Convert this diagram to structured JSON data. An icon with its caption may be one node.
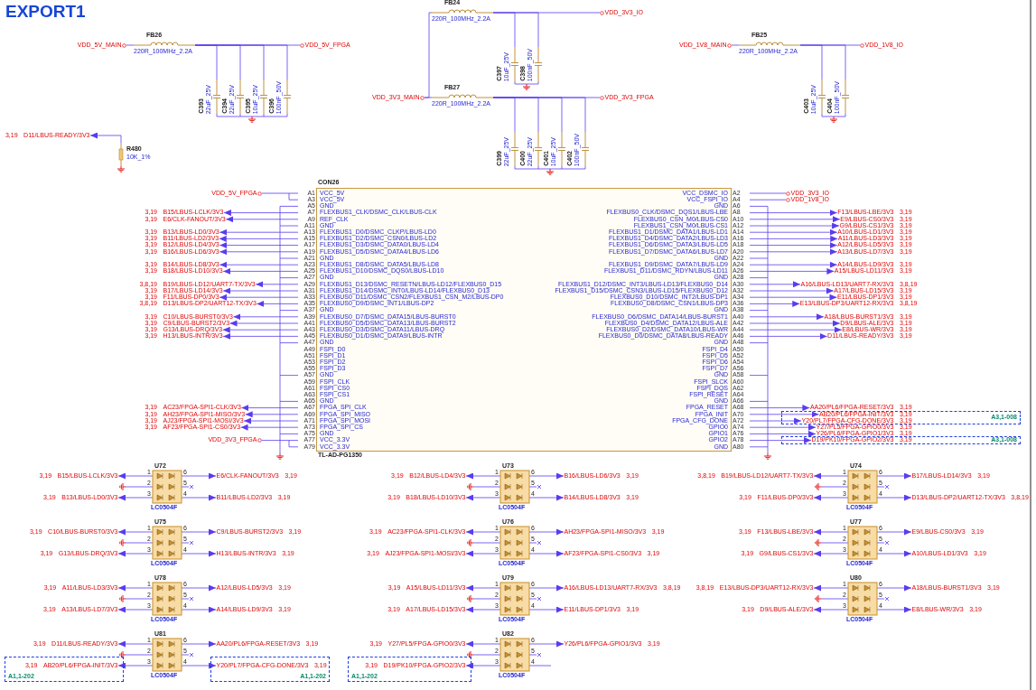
{
  "diagram": {
    "title": "EXPORT1",
    "nodes": [
      {
        "text": [
          "CON26",
          "VCC_5V",
          "VCC_DSMC_IO",
          "VCC_5V",
          "VCC_FSPI_IO",
          "GND",
          "GND",
          "FLEXBUS1_CLK/DSMC_CLK/LBUS-CLK",
          "FLEXBUS0_CLK/DSMC_DQS1/LBUS-LBE",
          "REF_CLK",
          "FLEXBUS0_CSN_M0/LBUS-CS0",
          "GND",
          "FLEXBUS1_CSN_M0/LBUS-CS1",
          "FLEXBUS1_D0/DSMC_CLKP/LBUS-LD0",
          "FLEXBUS1_D1/DSMC_DATA1/LBUS-LD1",
          "FLEXBUS1_D2/DSMC_CSN0/LBUS-LD2",
          "FLEXBUS1_D4/DSMC_DATA2/LBUS-LD3",
          "FLEXBUS1_D3/DSMC_DATA0/LBUS-LD4",
          "FLEXBUS1_D6/DSMC_DATA3/LBUS-LD5",
          "FLEXBUS1_D5/DSMC_DATA4/LBUS-LD6",
          "FLEXBUS1_D7/DSMC_DATA6/LBUS-LD7",
          "GND",
          "GND",
          "FLEXBUS1_D8/DSMC_DATA5/LBUS-LD8",
          "FLEXBUS1_D9/DSMC_DATA7/LBUS-LD9",
          "FLEXBUS1_D10/DSMC_DQS0/LBUS-LD10",
          "FLEXBUS1_D11/DSMC_RDYN/LBUS-LD11",
          "GND",
          "GND",
          "FLEXBUS1_D13/DSMC_RESETN/LBUS-LD12/FLEXBUS0_D15",
          "FLEXBUS1_D12/DSMC_INT3/LBUS-LD13/FLEXBUS0_D14",
          "FLEXBUS1_D14/DSMC_INT0/LBUS-LD14/FLEXBUS0_D13",
          "FLEXBUS1_D15/DSMC_CSN3/LBUS-LD15/FLEXBUS0_D12",
          "FLEXBUS0_D11/DSMC_CSN2/FLEXBUS1_CSN_M2/LBUS-DP0",
          "FLEXBUS0_D10/DSMC_INT2/LBUS-DP1",
          "FLEXBUS0_D9/DSMC_INT1/LBUS-DP2",
          "FLEXBUS0_D8/DSMC_CSN1/LBUS-DP3",
          "GND",
          "GND",
          "FLEXBUS0_D7/DSMC_DATA15/LBUS-BURST0",
          "FLEXBUS0_D6/DSMC_DATA14/LBUS-BURST1",
          "FLEXBUS0_D5/DSMC_DATA13/LBUS-BURST2",
          "FLEXBUS0_D4/DSMC_DATA12/LBUS-ALE",
          "FLEXBUS0_D3/DSMC_DATA11/LBUS-DRQ",
          "FLEXBUS0_D2/DSMC_DATA10/LBUS-WR",
          "FLEXBUS0_D1/DSMC_DATA9/LBUS-INTR",
          "FLEXBUS0_D0/DSMC_DATA8/LBUS-READY",
          "GND",
          "GND",
          "FSPI_D0",
          "FSPI_D4",
          "FSPI_D1",
          "FSPI_D5",
          "FSPI_D2",
          "FSPI_D6",
          "FSPI_D3",
          "FSPI_D7",
          "GND",
          "GND",
          "FSPI_CLK",
          "FSPI_SLCK",
          "FSPI_CS0",
          "FSPI_DQS",
          "FSPI_CS1",
          "FSPI_RESET",
          "GND",
          "GND",
          "FPGA_SPI_CLK",
          "FPGA_RESET",
          "FPGA_SPI_MISO",
          "FPGA_INIT",
          "FPGA_SPI_MOSI",
          "FPGA_CFG_DONE",
          "FPGA_SPI_CS",
          "GPIO0",
          "GND",
          "GPIO1",
          "VCC_3.3V",
          "GPIO2",
          "VCC_3.3V",
          "GND",
          "TL-AD-PG1350"
        ]
      },
      {
        "text": [
          "VDD_5V_MAIN"
        ]
      },
      {
        "text": [
          "VDD_5V_FPGA"
        ]
      },
      {
        "text": [
          "VDD_3V3_MAIN"
        ]
      },
      {
        "text": [
          "VDD_3V3_IO"
        ]
      },
      {
        "text": [
          "VDD_3V3_FPGA"
        ]
      },
      {
        "text": [
          "VDD_1V8_MAIN"
        ]
      },
      {
        "text": [
          "VDD_1V8_IO"
        ]
      },
      {
        "text": [
          "FB26",
          "220R_100MHz_2.2A"
        ]
      },
      {
        "text": [
          "FB24",
          "220R_100MHz_2.2A"
        ]
      },
      {
        "text": [
          "FB27",
          "220R_100MHz_2.2A"
        ]
      },
      {
        "text": [
          "FB25",
          "220R_100MHz_2.2A"
        ]
      },
      {
        "text": [
          "C393",
          "22uF_25V"
        ]
      },
      {
        "text": [
          "C394",
          "22uF_25V"
        ]
      },
      {
        "text": [
          "C395",
          "10uF_25V"
        ]
      },
      {
        "text": [
          "C396",
          "100nF_50V"
        ]
      },
      {
        "text": [
          "C397",
          "10uF_25V"
        ]
      },
      {
        "text": [
          "C398",
          "100nF_50V"
        ]
      },
      {
        "text": [
          "C399",
          "22uF_25V"
        ]
      },
      {
        "text": [
          "C400",
          "22uF_25V"
        ]
      },
      {
        "text": [
          "C401",
          "10uF_25V"
        ]
      },
      {
        "text": [
          "C402",
          "100nF_50V"
        ]
      },
      {
        "text": [
          "C403",
          "10uF_25V"
        ]
      },
      {
        "text": [
          "C404",
          "100nF_50V"
        ]
      },
      {
        "text": [
          "R480",
          "10K_1%"
        ]
      },
      {
        "text": [
          "D11/LBUS-READY/3V3"
        ],
        "beside": [
          "3,19"
        ]
      },
      {
        "text": [
          "VDD_5V_FPGA"
        ]
      },
      {
        "text": [
          "VDD_3V3_FPGA"
        ]
      },
      {
        "text": [
          "VDD_3V3_IO"
        ]
      },
      {
        "text": [
          "VDD_1V8_IO"
        ]
      },
      {
        "text": [
          "B15/LBUS-LCLK/3V3"
        ],
        "beside": [
          "3,19"
        ]
      },
      {
        "text": [
          "E6/CLK-FANOUT/3V3"
        ],
        "beside": [
          "3,19"
        ]
      },
      {
        "text": [
          "B13/LBUS-LD0/3V3"
        ],
        "beside": [
          "3,19"
        ]
      },
      {
        "text": [
          "B11/LBUS-LD2/3V3"
        ],
        "beside": [
          "3,19"
        ]
      },
      {
        "text": [
          "B12/LBUS-LD4/3V3"
        ],
        "beside": [
          "3,19"
        ]
      },
      {
        "text": [
          "B16/LBUS-LD6/3V3"
        ],
        "beside": [
          "3,19"
        ]
      },
      {
        "text": [
          "B14/LBUS-LD8/3V3"
        ],
        "beside": [
          "3,19"
        ]
      },
      {
        "text": [
          "B18/LBUS-LD10/3V3"
        ],
        "beside": [
          "3,19"
        ]
      },
      {
        "text": [
          "B19/LBUS-LD12/UART7-TX/3V3"
        ],
        "beside": [
          "3,8,19"
        ]
      },
      {
        "text": [
          "B17/LBUS-LD14/3V3"
        ],
        "beside": [
          "3,19"
        ]
      },
      {
        "text": [
          "F11/LBUS-DP0/3V3"
        ],
        "beside": [
          "3,19"
        ]
      },
      {
        "text": [
          "D13/LBUS-DP2/UART12-TX/3V3"
        ],
        "beside": [
          "3,8,19"
        ]
      },
      {
        "text": [
          "C10/LBUS-BURST0/3V3"
        ],
        "beside": [
          "3,19"
        ]
      },
      {
        "text": [
          "C9/LBUS-BURST2/3V3"
        ],
        "beside": [
          "3,19"
        ]
      },
      {
        "text": [
          "G13/LBUS-DRQ/3V3"
        ],
        "beside": [
          "3,19"
        ]
      },
      {
        "text": [
          "H13/LBUS-INTR/3V3"
        ],
        "beside": [
          "3,19"
        ]
      },
      {
        "text": [
          "AC23/FPGA-SPI1-CLK/3V3"
        ],
        "beside": [
          "3,19"
        ]
      },
      {
        "text": [
          "AH23/FPGA-SPI1-MISO/3V3"
        ],
        "beside": [
          "3,19"
        ]
      },
      {
        "text": [
          "AJ23/FPGA-SPI1-MOSI/3V3"
        ],
        "beside": [
          "3,19"
        ]
      },
      {
        "text": [
          "AF23/FPGA-SPI1-CS0/3V3"
        ],
        "beside": [
          "3,19"
        ]
      },
      {
        "text": [
          "F13/LBUS-LBE/3V3"
        ],
        "beside": [
          "3,19"
        ]
      },
      {
        "text": [
          "E9/LBUS-CS0/3V3"
        ],
        "beside": [
          "3,19"
        ]
      },
      {
        "text": [
          "G9/LBUS-CS1/3V3"
        ],
        "beside": [
          "3,19"
        ]
      },
      {
        "text": [
          "A10/LBUS-LD1/3V3"
        ],
        "beside": [
          "3,19"
        ]
      },
      {
        "text": [
          "A11/LBUS-LD3/3V3"
        ],
        "beside": [
          "3,19"
        ]
      },
      {
        "text": [
          "A12/LBUS-LD5/3V3"
        ],
        "beside": [
          "3,19"
        ]
      },
      {
        "text": [
          "A13/LBUS-LD7/3V3"
        ],
        "beside": [
          "3,19"
        ]
      },
      {
        "text": [
          "A14/LBUS-LD9/3V3"
        ],
        "beside": [
          "3,19"
        ]
      },
      {
        "text": [
          "A15/LBUS-LD11/3V3"
        ],
        "beside": [
          "3,19"
        ]
      },
      {
        "text": [
          "A16/LBUS-LD13/UART7-RX/3V3"
        ],
        "beside": [
          "3,8,19"
        ]
      },
      {
        "text": [
          "A17/LBUS-LD15/3V3"
        ],
        "beside": [
          "3,19"
        ]
      },
      {
        "text": [
          "E11/LBUS-DP1/3V3"
        ],
        "beside": [
          "3,19"
        ]
      },
      {
        "text": [
          "E13/LBUS-DP3/UART12-RX/3V3"
        ],
        "beside": [
          "3,8,19"
        ]
      },
      {
        "text": [
          "A18/LBUS-BURST1/3V3"
        ],
        "beside": [
          "3,19"
        ]
      },
      {
        "text": [
          "D9/LBUS-ALE/3V3"
        ],
        "beside": [
          "3,19"
        ]
      },
      {
        "text": [
          "E8/LBUS-WR/3V3"
        ],
        "beside": [
          "3,19"
        ]
      },
      {
        "text": [
          "D11/LBUS-READY/3V3"
        ],
        "beside": [
          "3,19"
        ]
      },
      {
        "text": [
          "A3,1-008"
        ]
      },
      {
        "text": [
          "A3,1-008"
        ]
      },
      {
        "text": [
          "AA20/PL6/FPGA-RESET/3V3"
        ],
        "beside": [
          "3,19"
        ]
      },
      {
        "text": [
          "AB20/PL6/FPGA-INIT/3V3"
        ],
        "beside": [
          "3,19"
        ],
        "in": 67
      },
      {
        "text": [
          "Y20/PL7/FPGA-CFG-DONE/3V3"
        ],
        "beside": [
          "3,19"
        ],
        "in": 67
      },
      {
        "text": [
          "Y27/PL5/FPGA-GPIO0/3V3"
        ],
        "beside": [
          "3,19"
        ]
      },
      {
        "text": [
          "Y26/PL6/FPGA-GPIO1/3V3"
        ],
        "beside": [
          "3,19"
        ]
      },
      {
        "text": [
          "D19/PK10/FPGA-GPIO2/3V3"
        ],
        "beside": [
          "3,19"
        ],
        "in": 68
      },
      {
        "text": [
          "U72",
          "1",
          "6",
          "2",
          "5",
          "3",
          "4",
          "LC0504F"
        ]
      },
      {
        "text": [
          "U73",
          "1",
          "6",
          "2",
          "5",
          "3",
          "4",
          "LC0504F"
        ]
      },
      {
        "text": [
          "U74",
          "1",
          "6",
          "2",
          "5",
          "3",
          "4",
          "LC0504F"
        ]
      },
      {
        "text": [
          "U75",
          "1",
          "6",
          "2",
          "5",
          "3",
          "4",
          "LC0504F"
        ]
      },
      {
        "text": [
          "U76",
          "1",
          "6",
          "2",
          "5",
          "3",
          "4",
          "LC0504F"
        ]
      },
      {
        "text": [
          "U77",
          "1",
          "6",
          "2",
          "5",
          "3",
          "4",
          "LC0504F"
        ]
      },
      {
        "text": [
          "U78",
          "1",
          "6",
          "2",
          "5",
          "3",
          "4",
          "LC0504F"
        ]
      },
      {
        "text": [
          "U79",
          "1",
          "6",
          "2",
          "5",
          "3",
          "4",
          "LC0504F"
        ]
      },
      {
        "text": [
          "U80",
          "1",
          "6",
          "2",
          "5",
          "3",
          "4",
          "LC0504F"
        ]
      },
      {
        "text": [
          "U81",
          "1",
          "6",
          "2",
          "5",
          "3",
          "4",
          "LC0504F"
        ]
      },
      {
        "text": [
          "U82",
          "1",
          "6",
          "2",
          "5",
          "3",
          "4",
          "LC0504F"
        ]
      },
      {
        "text": [
          "A1,1-202"
        ]
      },
      {
        "text": [
          "A1,1-202"
        ]
      },
      {
        "text": [
          "A1,1-202"
        ]
      },
      {
        "text": [
          "B15/LBUS-LCLK/3V3"
        ],
        "beside": [
          "3,19"
        ]
      },
      {
        "text": [
          "E6/CLK-FANOUT/3V3"
        ],
        "beside": [
          "3,19"
        ]
      },
      {
        "text": [
          "B13/LBUS-LD0/3V3"
        ],
        "beside": [
          "3,19"
        ]
      },
      {
        "text": [
          "B11/LBUS-LD2/3V3"
        ],
        "beside": [
          "3,19"
        ]
      },
      {
        "text": [
          "B12/LBUS-LD4/3V3"
        ],
        "beside": [
          "3,19"
        ]
      },
      {
        "text": [
          "B16/LBUS-LD6/3V3"
        ],
        "beside": [
          "3,19"
        ]
      },
      {
        "text": [
          "B18/LBUS-LD10/3V3"
        ],
        "beside": [
          "3,19"
        ]
      },
      {
        "text": [
          "B14/LBUS-LD8/3V3"
        ],
        "beside": [
          "3,19"
        ]
      },
      {
        "text": [
          "B19/LBUS-LD12/UART7-TX/3V3"
        ],
        "beside": [
          "3,8,19"
        ]
      },
      {
        "text": [
          "B17/LBUS-LD14/3V3"
        ],
        "beside": [
          "3,19"
        ]
      },
      {
        "text": [
          "F11/LBUS-DP0/3V3"
        ],
        "beside": [
          "3,19"
        ]
      },
      {
        "text": [
          "D13/LBUS-DP2/UART12-TX/3V3"
        ],
        "beside": [
          "3,8,19"
        ]
      },
      {
        "text": [
          "C10/LBUS-BURST0/3V3"
        ],
        "beside": [
          "3,19"
        ]
      },
      {
        "text": [
          "C9/LBUS-BURST2/3V3"
        ],
        "beside": [
          "3,19"
        ]
      },
      {
        "text": [
          "G13/LBUS-DRQ/3V3"
        ],
        "beside": [
          "3,19"
        ]
      },
      {
        "text": [
          "H13/LBUS-INTR/3V3"
        ],
        "beside": [
          "3,19"
        ]
      },
      {
        "text": [
          "AC23/FPGA-SPI1-CLK/3V3"
        ],
        "beside": [
          "3,19"
        ]
      },
      {
        "text": [
          "AH23/FPGA-SPI1-MISO/3V3"
        ],
        "beside": [
          "3,19"
        ]
      },
      {
        "text": [
          "AJ23/FPGA-SPI1-MOSI/3V3"
        ],
        "beside": [
          "3,19"
        ]
      },
      {
        "text": [
          "AF23/FPGA-SPI1-CS0/3V3"
        ],
        "beside": [
          "3,19"
        ]
      },
      {
        "text": [
          "F13/LBUS-LBE/3V3"
        ],
        "beside": [
          "3,19"
        ]
      },
      {
        "text": [
          "E9/LBUS-CS0/3V3"
        ],
        "beside": [
          "3,19"
        ]
      },
      {
        "text": [
          "G9/LBUS-CS1/3V3"
        ],
        "beside": [
          "3,19"
        ]
      },
      {
        "text": [
          "A10/LBUS-LD1/3V3"
        ],
        "beside": [
          "3,19"
        ]
      },
      {
        "text": [
          "A11/LBUS-LD3/3V3"
        ],
        "beside": [
          "3,19"
        ]
      },
      {
        "text": [
          "A12/LBUS-LD5/3V3"
        ],
        "beside": [
          "3,19"
        ]
      },
      {
        "text": [
          "A13/LBUS-LD7/3V3"
        ],
        "beside": [
          "3,19"
        ]
      },
      {
        "text": [
          "A14/LBUS-LD9/3V3"
        ],
        "beside": [
          "3,19"
        ]
      },
      {
        "text": [
          "A15/LBUS-LD11/3V3"
        ],
        "beside": [
          "3,19"
        ]
      },
      {
        "text": [
          "A16/LBUS-LD13/UART7-RX/3V3"
        ],
        "beside": [
          "3,8,19"
        ]
      },
      {
        "text": [
          "A17/LBUS-LD15/3V3"
        ],
        "beside": [
          "3,19"
        ]
      },
      {
        "text": [
          "E11/LBUS-DP1/3V3"
        ],
        "beside": [
          "3,19"
        ]
      },
      {
        "text": [
          "E13/LBUS-DP3/UART12-RX/3V3"
        ],
        "beside": [
          "3,8,19"
        ]
      },
      {
        "text": [
          "A18/LBUS-BURST1/3V3"
        ],
        "beside": [
          "3,19"
        ]
      },
      {
        "text": [
          "D9/LBUS-ALE/3V3"
        ],
        "beside": [
          "3,19"
        ]
      },
      {
        "text": [
          "E8/LBUS-WR/3V3"
        ],
        "beside": [
          "3,19"
        ]
      },
      {
        "text": [
          "D11/LBUS-READY/3V3"
        ],
        "beside": [
          "3,19"
        ]
      },
      {
        "text": [
          "AA20/PL6/FPGA-RESET/3V3"
        ],
        "beside": [
          "3,19"
        ]
      },
      {
        "text": [
          "AB20/PL6/FPGA-INIT/3V3"
        ],
        "beside": [
          "3,19"
        ],
        "in": 86
      },
      {
        "text": [
          "Y20/PL7/FPGA-CFG-DONE/3V3"
        ],
        "beside": [
          "3,19"
        ],
        "in": 87
      },
      {
        "text": [
          "Y27/PL5/FPGA-GPIO0/3V3"
        ],
        "beside": [
          "3,19"
        ]
      },
      {
        "text": [
          "Y26/PL6/FPGA-GPIO1/3V3"
        ],
        "beside": [
          "3,19"
        ]
      },
      {
        "text": [
          "D19/PK10/FPGA-GPIO2/3V3"
        ],
        "beside": [
          "3,19"
        ],
        "in": 88
      }
    ],
    "edges": [
      {
        "from": 1,
        "to": 8,
        "arrow": "none"
      },
      {
        "from": 8,
        "to": 2,
        "arrow": "none"
      },
      {
        "from": 8,
        "to": 12,
        "arrow": "none"
      },
      {
        "from": 8,
        "to": 13,
        "arrow": "none"
      },
      {
        "from": 8,
        "to": 14,
        "arrow": "none"
      },
      {
        "from": 8,
        "to": 15,
        "arrow": "none"
      },
      {
        "from": 3,
        "to": 9,
        "arrow": "none"
      },
      {
        "from": 9,
        "to": 4,
        "arrow": "none"
      },
      {
        "from": 9,
        "to": 16,
        "arrow": "none"
      },
      {
        "from": 9,
        "to": 17,
        "arrow": "none"
      },
      {
        "from": 3,
        "to": 10,
        "arrow": "none"
      },
      {
        "from": 10,
        "to": 5,
        "arrow": "none"
      },
      {
        "from": 10,
        "to": 18,
        "arrow": "none"
      },
      {
        "from": 10,
        "to": 19,
        "arrow": "none"
      },
      {
        "from": 10,
        "to": 20,
        "arrow": "none"
      },
      {
        "from": 10,
        "to": 21,
        "arrow": "none"
      },
      {
        "from": 6,
        "to": 11,
        "arrow": "none"
      },
      {
        "from": 11,
        "to": 7,
        "arrow": "none"
      },
      {
        "from": 11,
        "to": 22,
        "arrow": "none"
      },
      {
        "from": 11,
        "to": 23,
        "arrow": "none"
      },
      {
        "from": 24,
        "to": 25,
        "arrow": "to"
      },
      {
        "from": 26,
        "to": 0,
        "arrow": "none"
      },
      {
        "from": 27,
        "to": 0,
        "arrow": "none"
      },
      {
        "from": 0,
        "to": 28,
        "arrow": "none"
      },
      {
        "from": 0,
        "to": 29,
        "arrow": "none"
      },
      {
        "from": 0,
        "to": 30,
        "arrow": "to"
      },
      {
        "from": 0,
        "to": 31,
        "arrow": "to"
      },
      {
        "from": 0,
        "to": 32,
        "arrow": "to"
      },
      {
        "from": 0,
        "to": 33,
        "arrow": "to"
      },
      {
        "from": 0,
        "to": 34,
        "arrow": "to"
      },
      {
        "from": 0,
        "to": 35,
        "arrow": "to"
      },
      {
        "from": 0,
        "to": 36,
        "arrow": "to"
      },
      {
        "from": 0,
        "to": 37,
        "arrow": "to"
      },
      {
        "from": 0,
        "to": 38,
        "arrow": "to"
      },
      {
        "from": 0,
        "to": 39,
        "arrow": "to"
      },
      {
        "from": 0,
        "to": 40,
        "arrow": "to"
      },
      {
        "from": 0,
        "to": 41,
        "arrow": "to"
      },
      {
        "from": 0,
        "to": 42,
        "arrow": "to"
      },
      {
        "from": 0,
        "to": 43,
        "arrow": "to"
      },
      {
        "from": 0,
        "to": 44,
        "arrow": "to"
      },
      {
        "from": 0,
        "to": 45,
        "arrow": "to"
      },
      {
        "from": 0,
        "to": 46,
        "arrow": "to"
      },
      {
        "from": 0,
        "to": 47,
        "arrow": "to"
      },
      {
        "from": 0,
        "to": 48,
        "arrow": "to"
      },
      {
        "from": 0,
        "to": 49,
        "arrow": "to"
      },
      {
        "from": 0,
        "to": 50,
        "arrow": "to"
      },
      {
        "from": 0,
        "to": 51,
        "arrow": "to"
      },
      {
        "from": 0,
        "to": 52,
        "arrow": "to"
      },
      {
        "from": 0,
        "to": 53,
        "arrow": "to"
      },
      {
        "from": 0,
        "to": 54,
        "arrow": "to"
      },
      {
        "from": 0,
        "to": 55,
        "arrow": "to"
      },
      {
        "from": 0,
        "to": 56,
        "arrow": "to"
      },
      {
        "from": 0,
        "to": 57,
        "arrow": "to"
      },
      {
        "from": 0,
        "to": 58,
        "arrow": "to"
      },
      {
        "from": 0,
        "to": 59,
        "arrow": "to"
      },
      {
        "from": 0,
        "to": 60,
        "arrow": "to"
      },
      {
        "from": 0,
        "to": 61,
        "arrow": "to"
      },
      {
        "from": 0,
        "to": 62,
        "arrow": "to"
      },
      {
        "from": 0,
        "to": 63,
        "arrow": "to"
      },
      {
        "from": 0,
        "to": 64,
        "arrow": "to"
      },
      {
        "from": 0,
        "to": 65,
        "arrow": "to"
      },
      {
        "from": 0,
        "to": 66,
        "arrow": "to"
      },
      {
        "from": 0,
        "to": 69,
        "arrow": "to"
      },
      {
        "from": 0,
        "to": 70,
        "arrow": "to"
      },
      {
        "from": 0,
        "to": 71,
        "arrow": "to"
      },
      {
        "from": 0,
        "to": 72,
        "arrow": "to"
      },
      {
        "from": 0,
        "to": 73,
        "arrow": "to"
      },
      {
        "from": 0,
        "to": 74,
        "arrow": "to"
      },
      {
        "from": 75,
        "to": 89,
        "arrow": "to"
      },
      {
        "from": 75,
        "to": 90,
        "arrow": "to"
      },
      {
        "from": 75,
        "to": 91,
        "arrow": "to"
      },
      {
        "from": 75,
        "to": 92,
        "arrow": "to"
      },
      {
        "from": 76,
        "to": 93,
        "arrow": "to"
      },
      {
        "from": 76,
        "to": 94,
        "arrow": "to"
      },
      {
        "from": 76,
        "to": 95,
        "arrow": "to"
      },
      {
        "from": 76,
        "to": 96,
        "arrow": "to"
      },
      {
        "from": 77,
        "to": 97,
        "arrow": "to"
      },
      {
        "from": 77,
        "to": 98,
        "arrow": "to"
      },
      {
        "from": 77,
        "to": 99,
        "arrow": "to"
      },
      {
        "from": 77,
        "to": 100,
        "arrow": "to"
      },
      {
        "from": 78,
        "to": 101,
        "arrow": "to"
      },
      {
        "from": 78,
        "to": 102,
        "arrow": "to"
      },
      {
        "from": 78,
        "to": 103,
        "arrow": "to"
      },
      {
        "from": 78,
        "to": 104,
        "arrow": "to"
      },
      {
        "from": 79,
        "to": 105,
        "arrow": "to"
      },
      {
        "from": 79,
        "to": 106,
        "arrow": "to"
      },
      {
        "from": 79,
        "to": 107,
        "arrow": "to"
      },
      {
        "from": 79,
        "to": 108,
        "arrow": "to"
      },
      {
        "from": 80,
        "to": 109,
        "arrow": "to"
      },
      {
        "from": 80,
        "to": 110,
        "arrow": "to"
      },
      {
        "from": 80,
        "to": 111,
        "arrow": "to"
      },
      {
        "from": 80,
        "to": 112,
        "arrow": "to"
      },
      {
        "from": 81,
        "to": 113,
        "arrow": "to"
      },
      {
        "from": 81,
        "to": 114,
        "arrow": "to"
      },
      {
        "from": 81,
        "to": 115,
        "arrow": "to"
      },
      {
        "from": 81,
        "to": 116,
        "arrow": "to"
      },
      {
        "from": 82,
        "to": 117,
        "arrow": "to"
      },
      {
        "from": 82,
        "to": 118,
        "arrow": "to"
      },
      {
        "from": 82,
        "to": 119,
        "arrow": "to"
      },
      {
        "from": 82,
        "to": 120,
        "arrow": "to"
      },
      {
        "from": 83,
        "to": 121,
        "arrow": "to"
      },
      {
        "from": 83,
        "to": 122,
        "arrow": "to"
      },
      {
        "from": 83,
        "to": 123,
        "arrow": "to"
      },
      {
        "from": 83,
        "to": 124,
        "arrow": "to"
      },
      {
        "from": 84,
        "to": 125,
        "arrow": "to"
      },
      {
        "from": 84,
        "to": 126,
        "arrow": "to"
      },
      {
        "from": 84,
        "to": 127,
        "arrow": "to"
      },
      {
        "from": 84,
        "to": 128,
        "arrow": "to"
      },
      {
        "from": 85,
        "to": 129,
        "arrow": "to"
      },
      {
        "from": 85,
        "to": 130,
        "arrow": "to"
      },
      {
        "from": 85,
        "to": 131,
        "arrow": "to"
      }
    ],
    "labels": [
      "A1",
      "A2",
      "A3",
      "A4",
      "A5",
      "A6",
      "A7",
      "A8",
      "A9",
      "A10",
      "A11",
      "A12",
      "A13",
      "A14",
      "A15",
      "A16",
      "A17",
      "A18",
      "A19",
      "A20",
      "A21",
      "A22",
      "A23",
      "A24",
      "A25",
      "A26",
      "A27",
      "A28",
      "A29",
      "A30",
      "A31",
      "A32",
      "A33",
      "A34",
      "A35",
      "A36",
      "A37",
      "A38",
      "A39",
      "A40",
      "A41",
      "A42",
      "A43",
      "A44",
      "A45",
      "A46",
      "A47",
      "A48",
      "A49",
      "A50",
      "A51",
      "A52",
      "A53",
      "A54",
      "A55",
      "A56",
      "A57",
      "A58",
      "A59",
      "A60",
      "A61",
      "A62",
      "A63",
      "A64",
      "A65",
      "A66",
      "A67",
      "A68",
      "A69",
      "A70",
      "A71",
      "A72",
      "A73",
      "A74",
      "A75",
      "A76",
      "A77",
      "A78",
      "A79",
      "A80"
    ]
  }
}
